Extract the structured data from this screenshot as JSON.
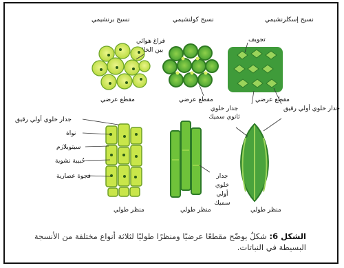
{
  "headers": {
    "parenchyma": "نسيج برنشيمي",
    "collenchyma": "نسيج كولنشيمي",
    "sclerenchyma": "نسيج إسكلرنشيمي"
  },
  "labels": {
    "air_space": "فراغ هوائي بين الخلايا",
    "cavity": "تجويف",
    "cross_section_1": "مقطع عرضي",
    "cross_section_2": "مقطع عرضي",
    "cross_section_3": "مقطع عرضي",
    "secondary_wall": "جدار خلوي ثانوي سميك",
    "primary_thin_wall_right": "جدار خلوي أولي رقيق",
    "primary_thin_wall_left": "جدار خلوي أولي رقيق",
    "nucleus": "نواة",
    "cytoplasm": "سيتوبلازم",
    "starch_granule": "حُبيبة نشوية",
    "vacuole": "فجوة عصارية",
    "primary_thick_wall": "جدار خلوي أولي سميك",
    "long_view_1": "منظر طولي",
    "long_view_2": "منظر طولي",
    "long_view_3": "منظر طولي"
  },
  "caption": {
    "figure_label": "الشكل 6:",
    "text": " شكلٌ يوضّح مقطعًا عرضيًا ومنظرًا طوليًا لثلاثة أنواع مختلفة من الأنسجة البسيطة في النباتات."
  },
  "colors": {
    "light_green": "#c8e63c",
    "mid_green": "#7dc23a",
    "dark_green": "#2e8b2e",
    "nucleus": "#1f5a1f"
  }
}
